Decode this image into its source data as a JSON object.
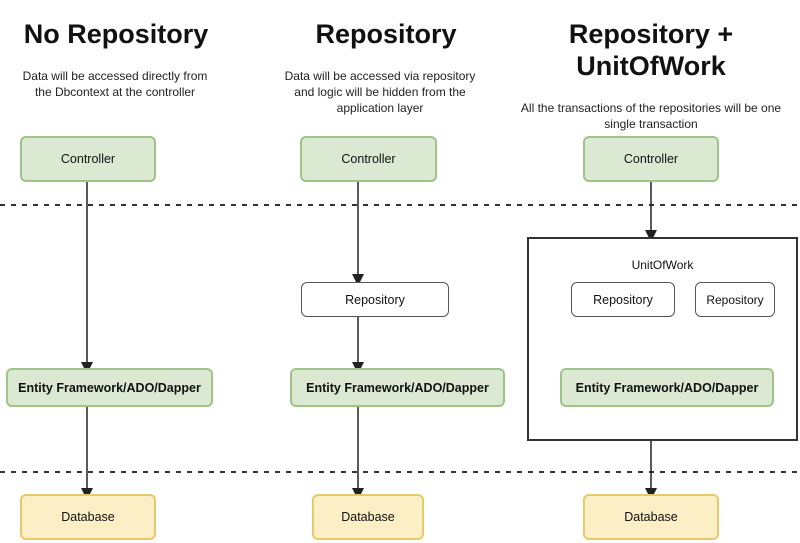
{
  "columns": [
    {
      "title": "No Repository",
      "description": "Data will be accessed directly from the Dbcontext at the controller",
      "controller": "Controller",
      "orm": "Entity Framework/ADO/Dapper",
      "database": "Database"
    },
    {
      "title": "Repository",
      "description": "Data will be accessed via repository and logic will be hidden from the application layer",
      "controller": "Controller",
      "repository": "Repository",
      "orm": "Entity Framework/ADO/Dapper",
      "database": "Database"
    },
    {
      "title_line1": "Repository +",
      "title_line2": "UnitOfWork",
      "description": "All the transactions of the repositories will be one single transaction",
      "controller": "Controller",
      "unit_of_work": "UnitOfWork",
      "repository_a": "Repository",
      "repository_b": "Repository",
      "orm": "Entity Framework/ADO/Dapper",
      "database": "Database"
    }
  ],
  "colors": {
    "controller_fill": "#dbe9d3",
    "controller_border": "#9ec48a",
    "database_fill": "#fdefc5",
    "database_border": "#e8c96a"
  }
}
